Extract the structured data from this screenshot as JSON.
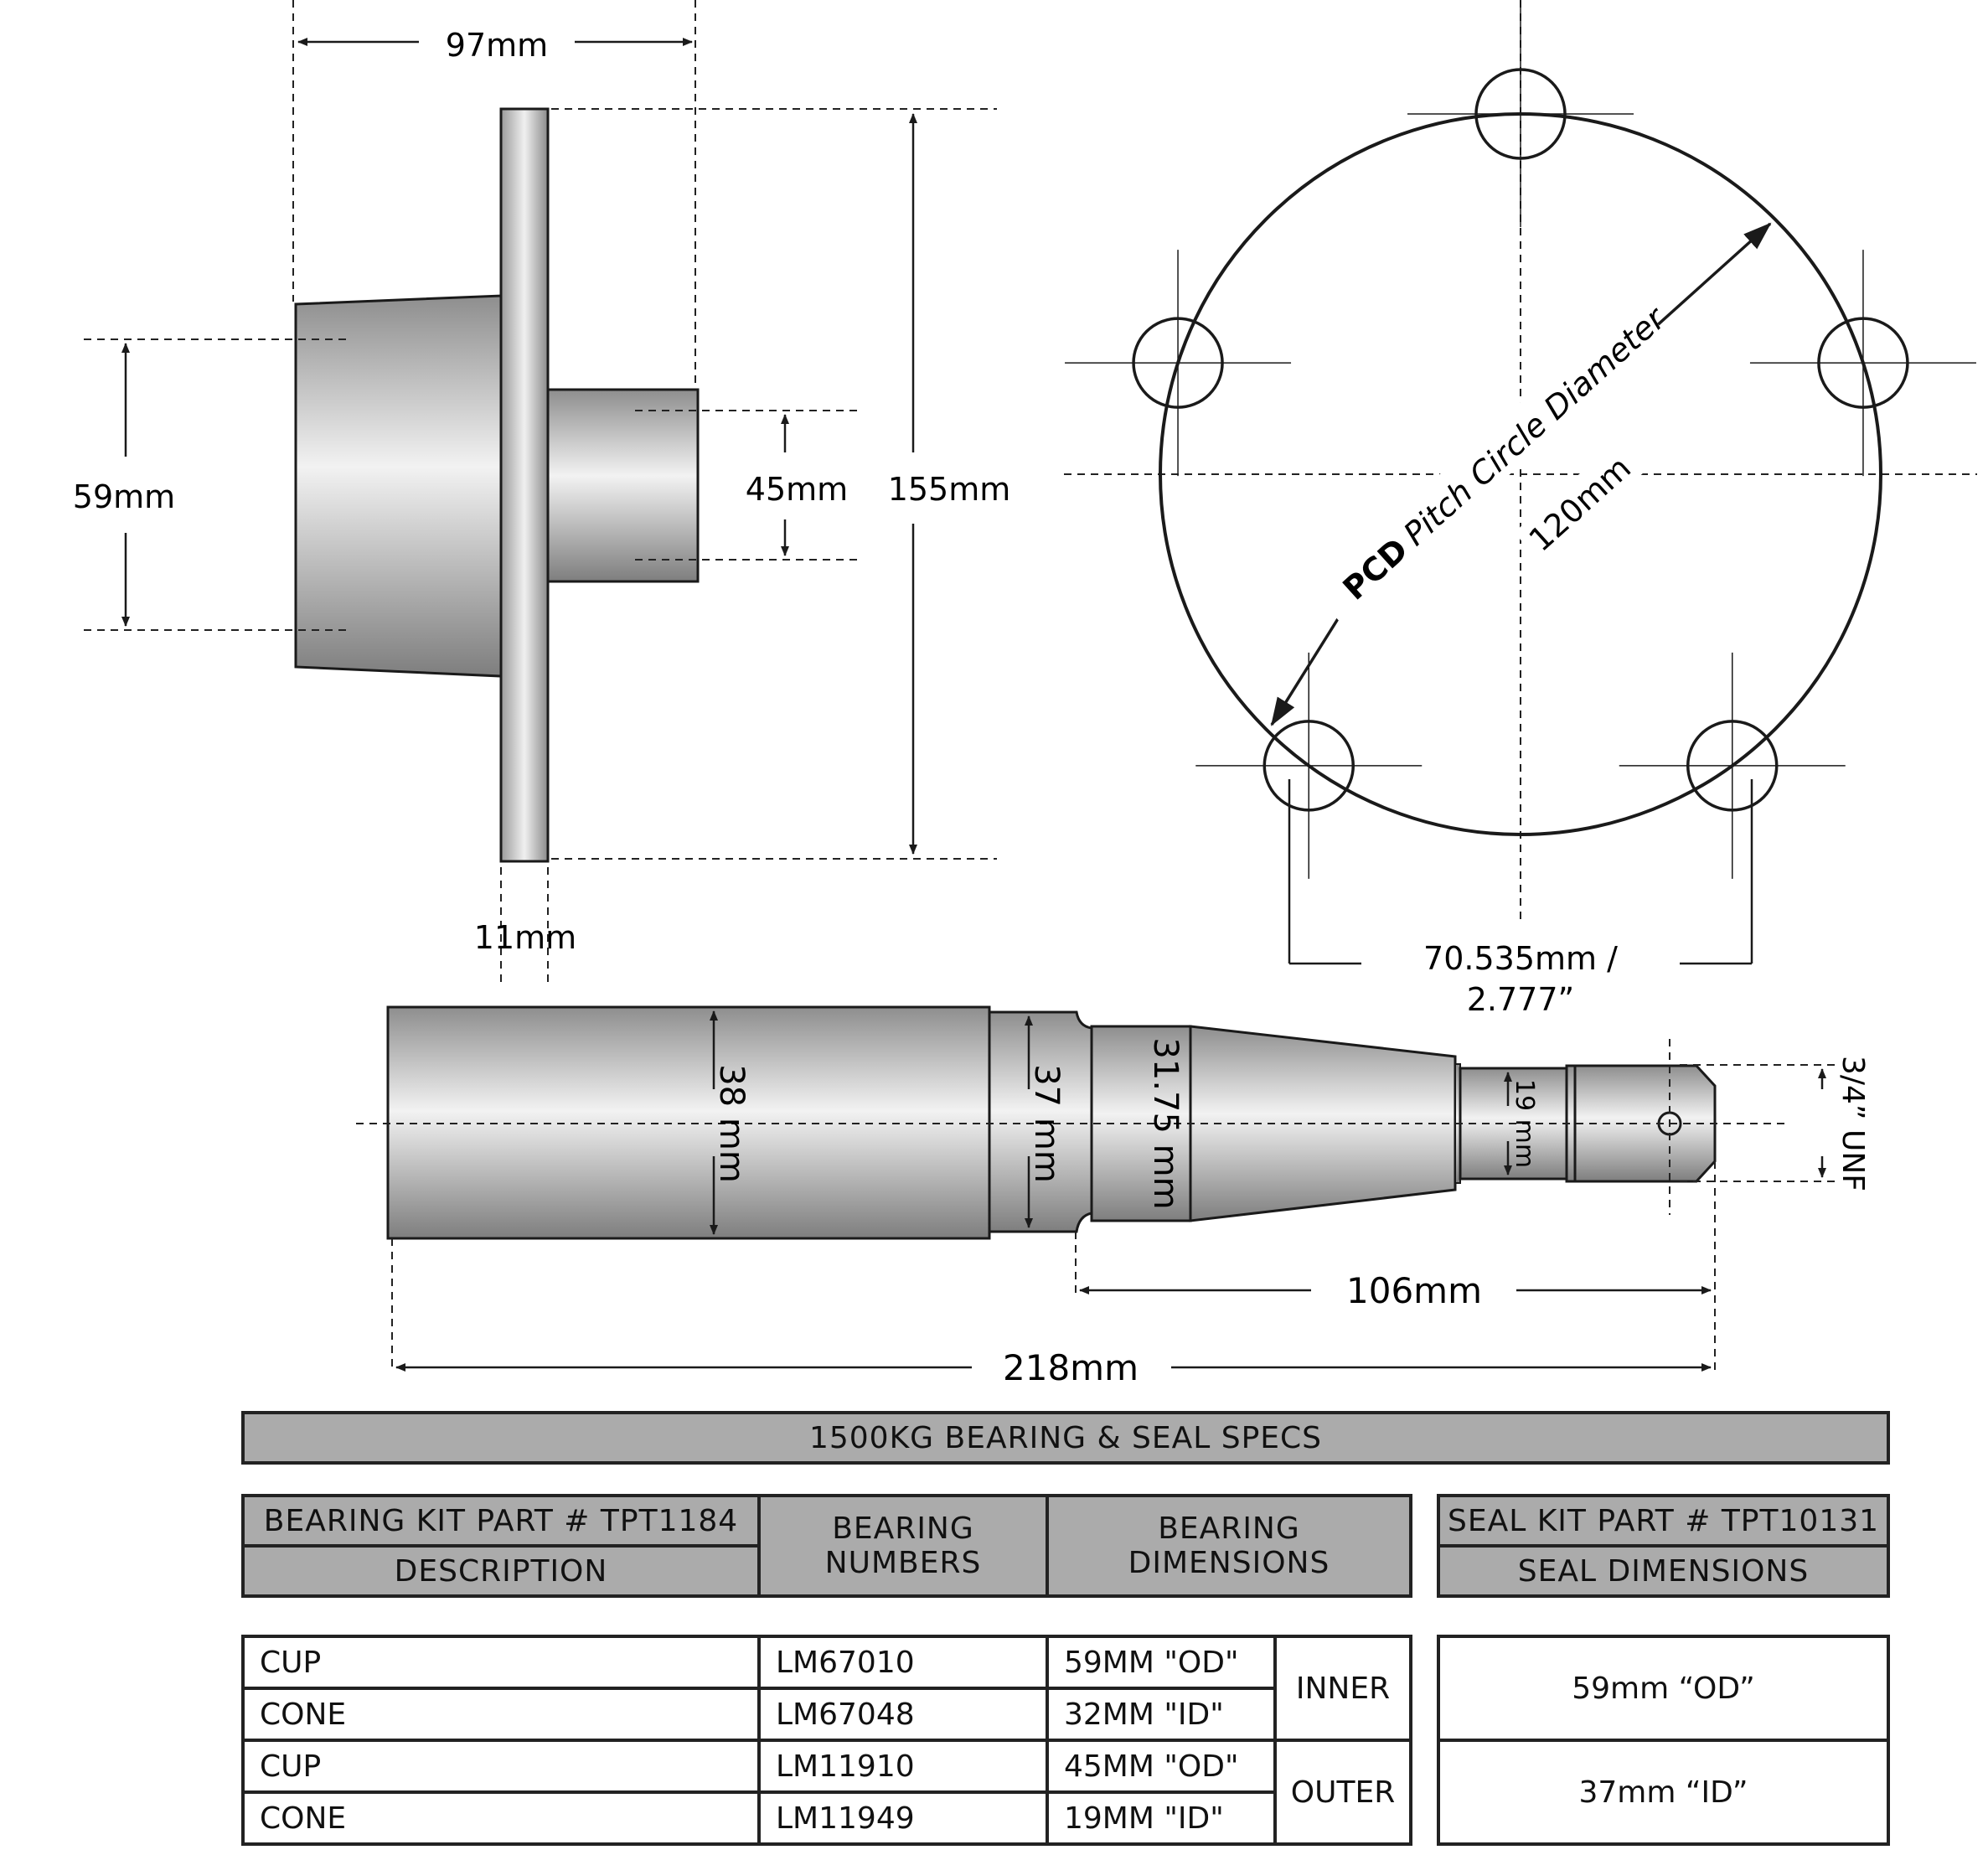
{
  "hub_side_view": {
    "overall_length_label": "97mm",
    "bearing_bore_label": "59mm",
    "outer_bore_label": "45mm",
    "flange_diameter_label": "155mm",
    "flange_thickness_label": "11mm"
  },
  "pcd_view": {
    "pcd_prefix": "PCD",
    "pcd_title": "Pitch Circle Diameter",
    "pcd_value": "120mm",
    "stud_spacing_line1": "70.535mm /",
    "stud_spacing_line2": "2.777”",
    "stud_count": 5
  },
  "stub_axle": {
    "diameter_38": "38 mm",
    "diameter_37": "37 mm",
    "diameter_31_75": "31.75 mm",
    "diameter_19": "19 mm",
    "thread_label": "3/4” UNF",
    "spindle_length": "106mm",
    "overall_length": "218mm"
  },
  "specs": {
    "title": "1500KG BEARING & SEAL SPECS",
    "bearing_kit_label": "BEARING KIT PART # TPT1184",
    "description_header": "DESCRIPTION",
    "bearing_numbers_header_1": "BEARING",
    "bearing_numbers_header_2": "NUMBERS",
    "bearing_dimensions_header_1": "BEARING",
    "bearing_dimensions_header_2": "DIMENSIONS",
    "seal_kit_label": "SEAL KIT PART # TPT10131",
    "seal_dimensions_header": "SEAL DIMENSIONS",
    "rows": [
      {
        "description": "CUP",
        "number": "LM67010",
        "dimension": "59MM \"OD\""
      },
      {
        "description": "CONE",
        "number": "LM67048",
        "dimension": "32MM \"ID\""
      },
      {
        "description": "CUP",
        "number": "LM11910",
        "dimension": "45MM \"OD\""
      },
      {
        "description": "CONE",
        "number": "LM11949",
        "dimension": "19MM \"ID\""
      }
    ],
    "position_inner": "INNER",
    "position_outer": "OUTER",
    "seal_od": "59mm “OD”",
    "seal_id": "37mm “ID”"
  },
  "colors": {
    "part_fill_light": "#ededed",
    "part_fill_dark": "#8a8a8a",
    "header_fill": "#ababab",
    "line": "#1a1a1a"
  }
}
